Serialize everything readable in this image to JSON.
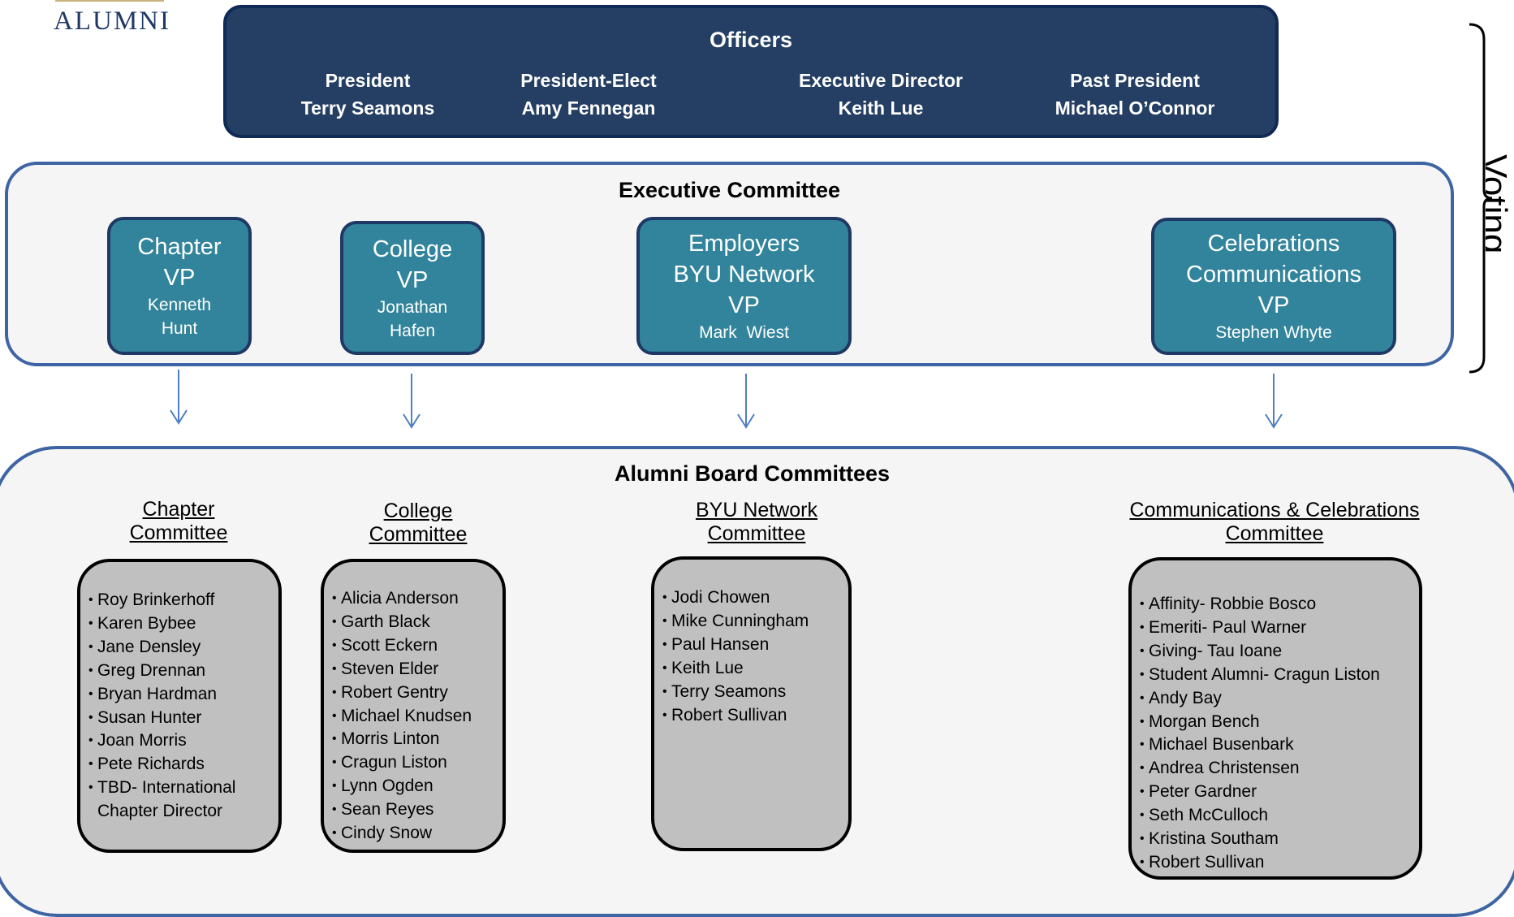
{
  "logo": {
    "text": "ALUMNI"
  },
  "officers": {
    "title": "Officers",
    "members": [
      {
        "role": "President",
        "name": "Terry Seamons"
      },
      {
        "role": "President-Elect",
        "name": "Amy Fennegan"
      },
      {
        "role": "Executive Director",
        "name": "Keith Lue"
      },
      {
        "role": "Past President",
        "name": "Michael O’Connor"
      }
    ]
  },
  "bracket_label": "Voting",
  "executive_committee": {
    "title": "Executive Committee",
    "vps": [
      {
        "title_lines": [
          "Chapter",
          "VP"
        ],
        "name_lines": [
          "Kenneth",
          "Hunt"
        ]
      },
      {
        "title_lines": [
          "College",
          "VP"
        ],
        "name_lines": [
          "Jonathan",
          "Hafen"
        ]
      },
      {
        "title_lines": [
          "Employers",
          "BYU Network",
          "VP"
        ],
        "name_lines": [
          "Mark  Wiest"
        ]
      },
      {
        "title_lines": [
          "Celebrations",
          "Communications",
          "VP"
        ],
        "name_lines": [
          "Stephen Whyte"
        ]
      }
    ]
  },
  "board_committees": {
    "title": "Alumni Board Committees",
    "committees": [
      {
        "heading_lines": [
          "Chapter",
          "Committee"
        ],
        "members": [
          "Roy Brinkerhoff",
          "Karen Bybee",
          "Jane Densley",
          "Greg Drennan",
          "Bryan Hardman",
          "Susan Hunter",
          "Joan Morris",
          "Pete Richards",
          "TBD- International Chapter Director"
        ]
      },
      {
        "heading_lines": [
          "College",
          "Committee"
        ],
        "members": [
          "Alicia Anderson",
          "Garth Black",
          "Scott Eckern",
          "Steven Elder",
          "Robert Gentry",
          "Michael Knudsen",
          "Morris Linton",
          "Cragun Liston",
          "Lynn Ogden",
          "Sean Reyes",
          "Cindy Snow"
        ]
      },
      {
        "heading_lines": [
          "BYU Network",
          "Committee"
        ],
        "members": [
          "Jodi Chowen",
          "Mike Cunningham",
          "Paul Hansen",
          "Keith Lue",
          "Terry Seamons",
          "Robert Sullivan"
        ]
      },
      {
        "heading_lines": [
          "Communications & Celebrations",
          "Committee"
        ],
        "members": [
          "Affinity- Robbie Bosco",
          "Emeriti- Paul Warner",
          "Giving- Tau Ioane",
          "Student Alumni- Cragun Liston",
          "Andy Bay",
          "Morgan Bench",
          "Michael Busenbark",
          "Andrea Christensen",
          "Peter Gardner",
          "Seth McCulloch",
          "Kristina Southam",
          "Robert Sullivan"
        ]
      }
    ]
  }
}
